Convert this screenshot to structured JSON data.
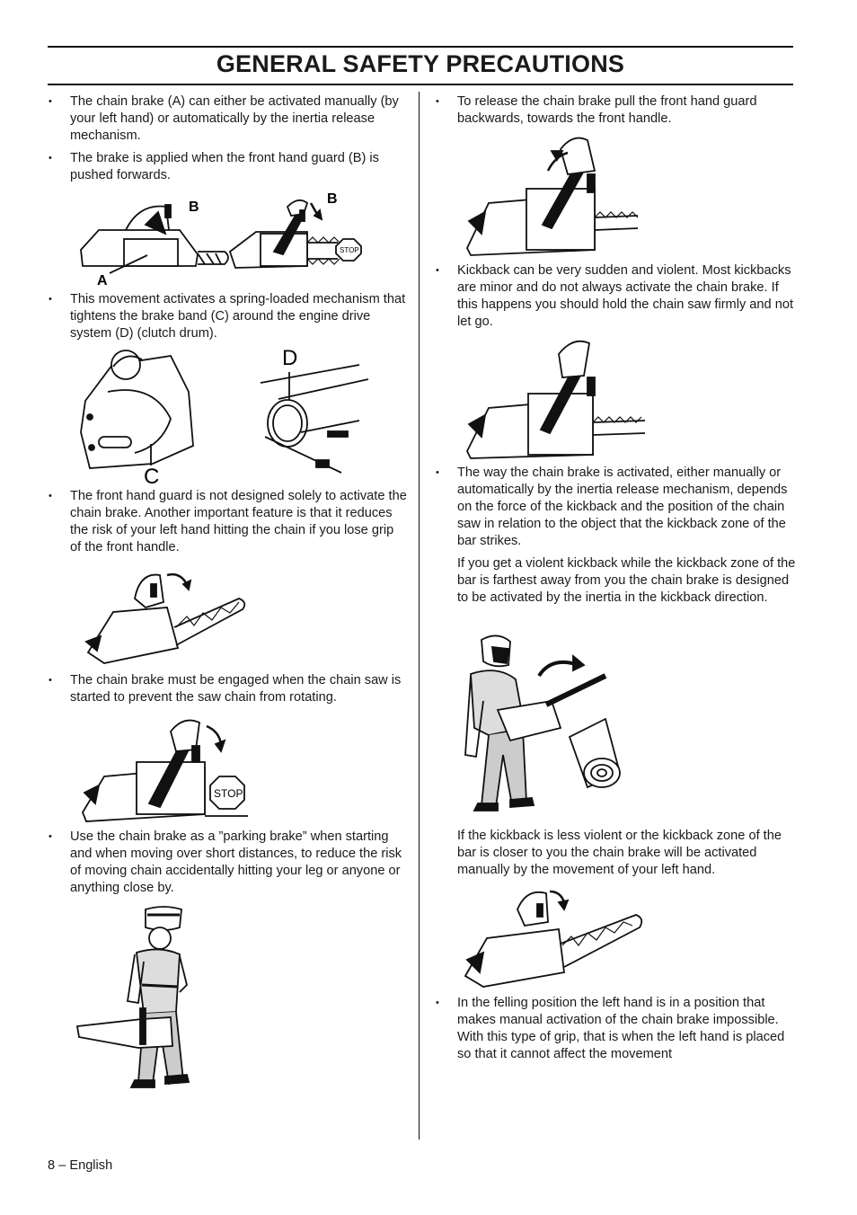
{
  "page": {
    "title": "GENERAL SAFETY PRECAUTIONS",
    "footer": "8 – English"
  },
  "left_column": {
    "bullets": [
      "The chain brake (A) can either be activated manually (by your left hand) or automatically by the inertia release mechanism.",
      "The brake is applied when the front hand guard (B) is pushed forwards.",
      "This movement activates a spring-loaded mechanism that tightens the brake band (C) around the engine drive system (D) (clutch drum).",
      "The front hand guard is not designed solely to activate the chain brake. Another important feature is that it reduces the risk of your left hand hitting the chain if you lose grip of the front handle.",
      "The chain brake must be engaged when the chain saw is started to prevent the saw chain from rotating.",
      "Use the chain brake as a ”parking brake” when starting and when moving over short distances, to reduce the risk of moving chain accidentally hitting your leg or anyone or anything close by."
    ],
    "figure_labels": {
      "a": "A",
      "b1": "B",
      "b2": "B",
      "c": "C",
      "d": "D",
      "stop_small": "STOP",
      "stop_large": "STOP"
    }
  },
  "right_column": {
    "bullets": [
      "To release the chain brake pull the front hand guard backwards, towards the front handle.",
      "Kickback can be very sudden and violent. Most kickbacks are minor and do not always activate the chain brake. If this happens you should hold the chain saw firmly and not let go.",
      "The way the chain brake is activated, either manually or automatically by the inertia release mechanism, depends on the force of the kickback and the position of the chain saw in relation to the object that the kickback zone of the bar strikes.",
      "In the felling position the left hand is in a position that makes manual activation of the chain brake impossible. With this type of grip, that is when the left hand is placed so that it cannot affect the movement"
    ],
    "paragraphs": [
      "If you get a violent kickback while the kickback zone of the bar is farthest away from you the chain brake is designed to be activated by the inertia in the kickback direction.",
      "If the kickback is less violent or the kickback zone of the bar is closer to you the chain brake will be activated manually by the movement of your left hand."
    ]
  },
  "icons": {
    "bullet": "bullet-dot-icon"
  }
}
